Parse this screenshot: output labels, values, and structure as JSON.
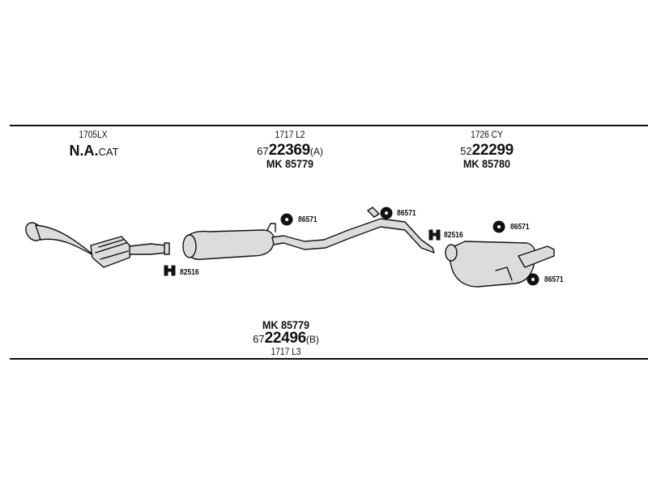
{
  "sections": [
    {
      "code": "1705LX",
      "type_bold": "N.A.",
      "type_rest": "CAT"
    },
    {
      "code": "1717 L2",
      "prefix": "67",
      "number": "22369",
      "suffix": "(A)",
      "mk": "MK  85779"
    },
    {
      "code": "1726 CY",
      "prefix": "52",
      "number": "22299",
      "mk": "MK  85780"
    }
  ],
  "bottom": {
    "mk": "MK  85779",
    "prefix": "67",
    "number": "22496",
    "suffix": "(B)",
    "code": "1717 L3"
  },
  "hardware": {
    "clamp_left": "82516",
    "rubber_mid": "86571",
    "rubber_pipe": "86571",
    "clamp_right": "82516",
    "rubber_rear_top": "86571",
    "rubber_rear_bottom": "86571"
  },
  "colors": {
    "ink": "#111111",
    "part_fill": "#dcdcdc",
    "background": "#ffffff"
  }
}
